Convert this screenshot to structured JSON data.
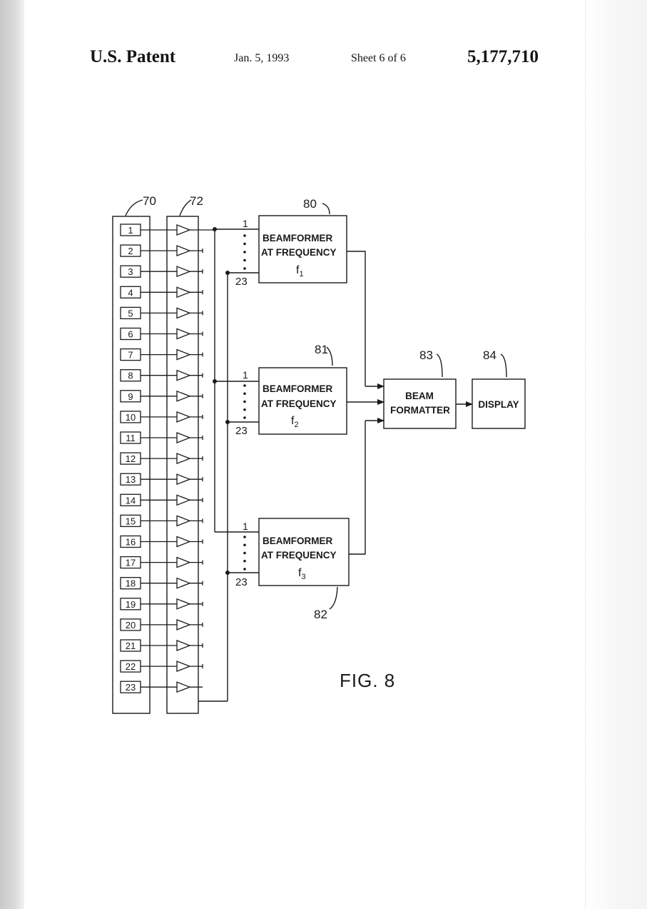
{
  "header": {
    "patent": "U.S. Patent",
    "date": "Jan. 5, 1993",
    "sheet": "Sheet 6 of 6",
    "number": "5,177,710"
  },
  "figure": {
    "label": "FIG.  8",
    "refs": {
      "array": "70",
      "amplifiers": "72",
      "bf1": "80",
      "bf2": "81",
      "bf3": "82",
      "formatter": "83",
      "display": "84"
    },
    "elements": [
      "1",
      "2",
      "3",
      "4",
      "5",
      "6",
      "7",
      "8",
      "9",
      "10",
      "11",
      "12",
      "13",
      "14",
      "15",
      "16",
      "17",
      "18",
      "19",
      "20",
      "21",
      "22",
      "23"
    ],
    "beamformers": [
      {
        "line1": "BEAMFORMER",
        "line2": "AT FREQUENCY",
        "freq_base": "f",
        "freq_sub": "1",
        "input_first": "1",
        "input_last": "23"
      },
      {
        "line1": "BEAMFORMER",
        "line2": "AT FREQUENCY",
        "freq_base": "f",
        "freq_sub": "2",
        "input_first": "1",
        "input_last": "23"
      },
      {
        "line1": "BEAMFORMER",
        "line2": "AT FREQUENCY",
        "freq_base": "f",
        "freq_sub": "3",
        "input_first": "1",
        "input_last": "23"
      }
    ],
    "formatter": {
      "line1": "BEAM",
      "line2": "FORMATTER"
    },
    "display": {
      "label": "DISPLAY"
    }
  }
}
